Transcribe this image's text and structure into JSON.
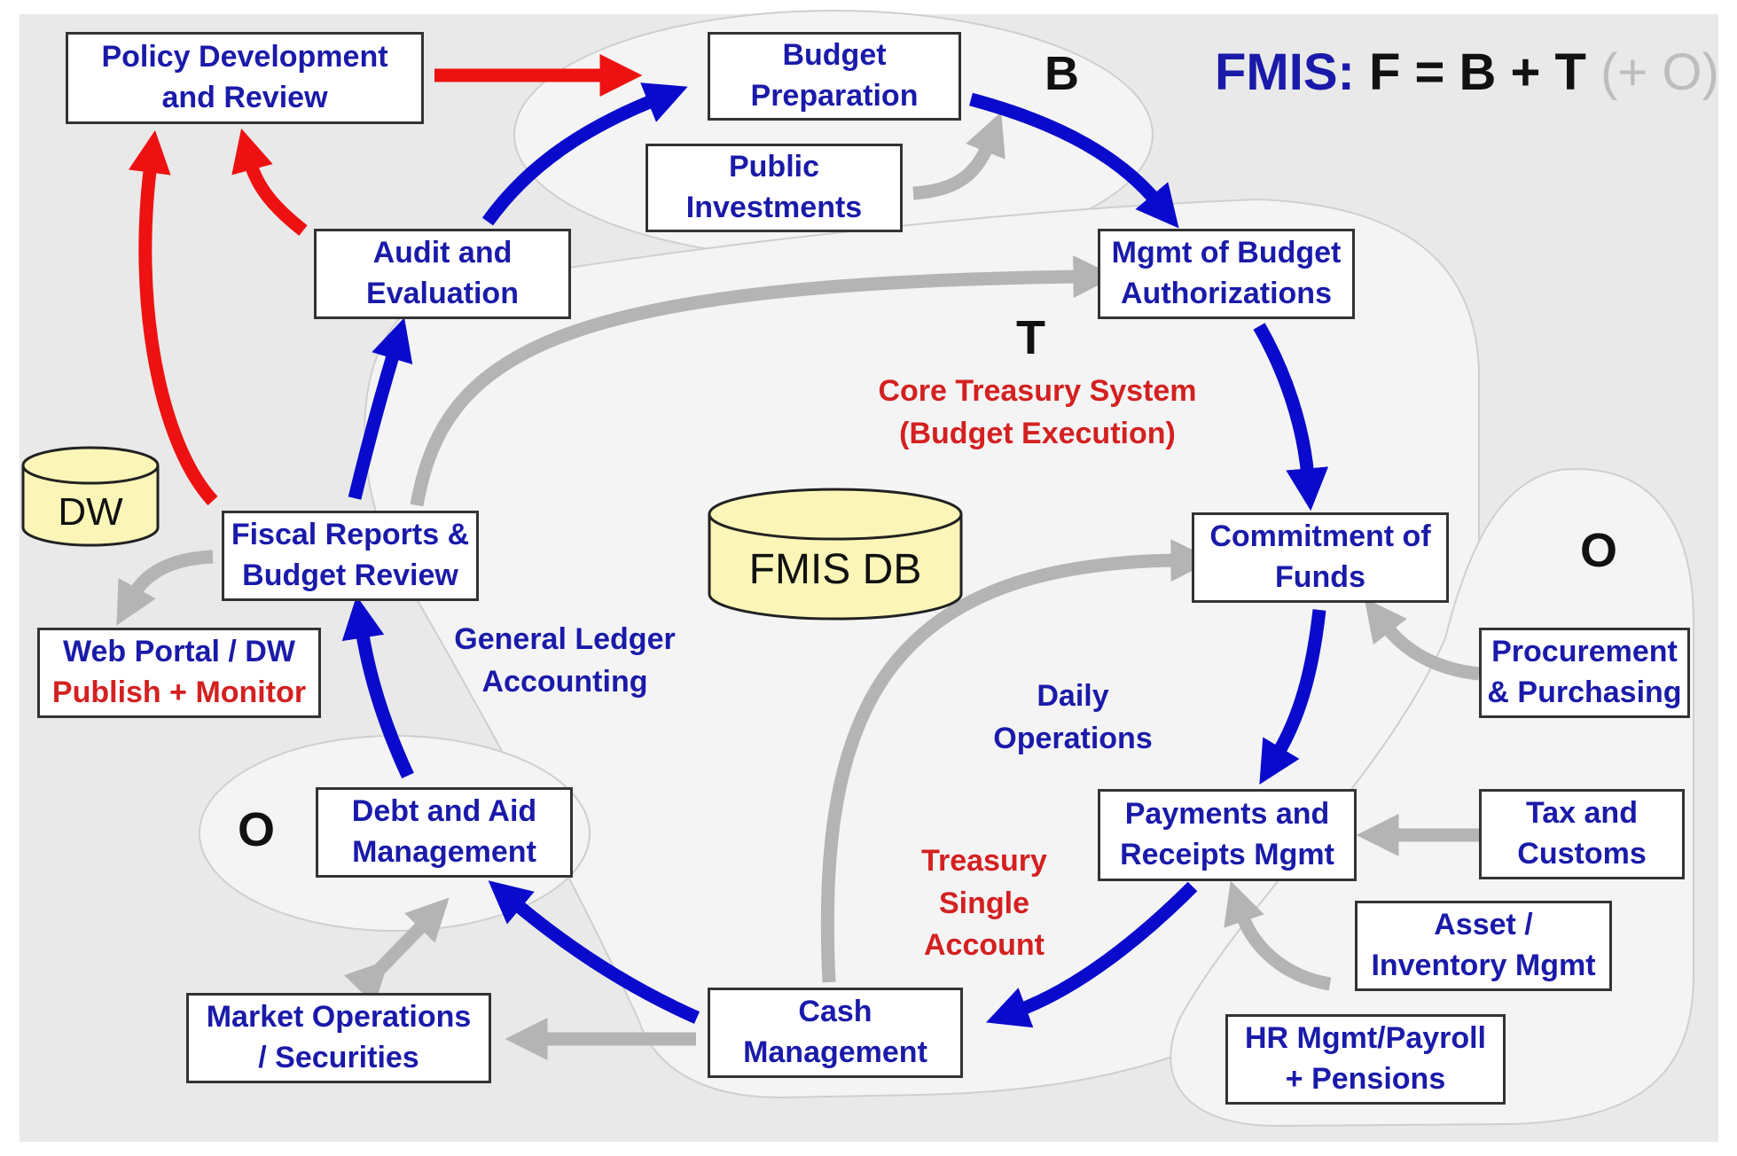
{
  "title": {
    "prefix": "FMIS:",
    "formula": "F = B + T",
    "extra": "(+ O)"
  },
  "region_letters": {
    "budget": "B",
    "treasury": "T",
    "other_right": "O",
    "other_left": "O"
  },
  "databases": {
    "main": "FMIS DB",
    "warehouse": "DW"
  },
  "labels": {
    "core_treasury": [
      "Core Treasury System",
      "(Budget Execution)"
    ],
    "general_ledger": [
      "General Ledger",
      "Accounting"
    ],
    "daily_operations": [
      "Daily",
      "Operations"
    ],
    "treasury_single_account": [
      "Treasury",
      "Single",
      "Account"
    ]
  },
  "boxes": {
    "policy": [
      "Policy Development",
      "and Review"
    ],
    "budget_prep": [
      "Budget",
      "Preparation"
    ],
    "public_investments": [
      "Public",
      "Investments"
    ],
    "mgmt_budget_auth": [
      "Mgmt of Budget",
      "Authorizations"
    ],
    "commitment": [
      "Commitment of",
      "Funds"
    ],
    "payments": [
      "Payments and",
      "Receipts Mgmt"
    ],
    "cash": [
      "Cash",
      "Management"
    ],
    "debt": [
      "Debt and Aid",
      "Management"
    ],
    "fiscal_reports": [
      "Fiscal Reports &",
      "Budget Review"
    ],
    "audit": [
      "Audit and",
      "Evaluation"
    ],
    "web_portal": [
      "Web Portal / DW",
      "Publish + Monitor"
    ],
    "market_ops": [
      "Market Operations",
      "/ Securities"
    ],
    "procurement": [
      "Procurement",
      "& Purchasing"
    ],
    "tax": [
      "Tax and",
      "Customs"
    ],
    "asset": [
      "Asset /",
      "Inventory Mgmt"
    ],
    "hr": [
      "HR Mgmt/Payroll",
      "+ Pensions"
    ]
  },
  "colors": {
    "background": "#e9e9e9",
    "region_fill": "#f4f4f4",
    "box_text": "#1a1aaa",
    "highlight_text": "#d42020",
    "blue_arrow": "#0a0acc",
    "red_arrow": "#ee1111",
    "gray_arrow": "#b4b4b4",
    "database_fill": "#fbf6b8",
    "formula_extra": "#bdbdbd"
  }
}
